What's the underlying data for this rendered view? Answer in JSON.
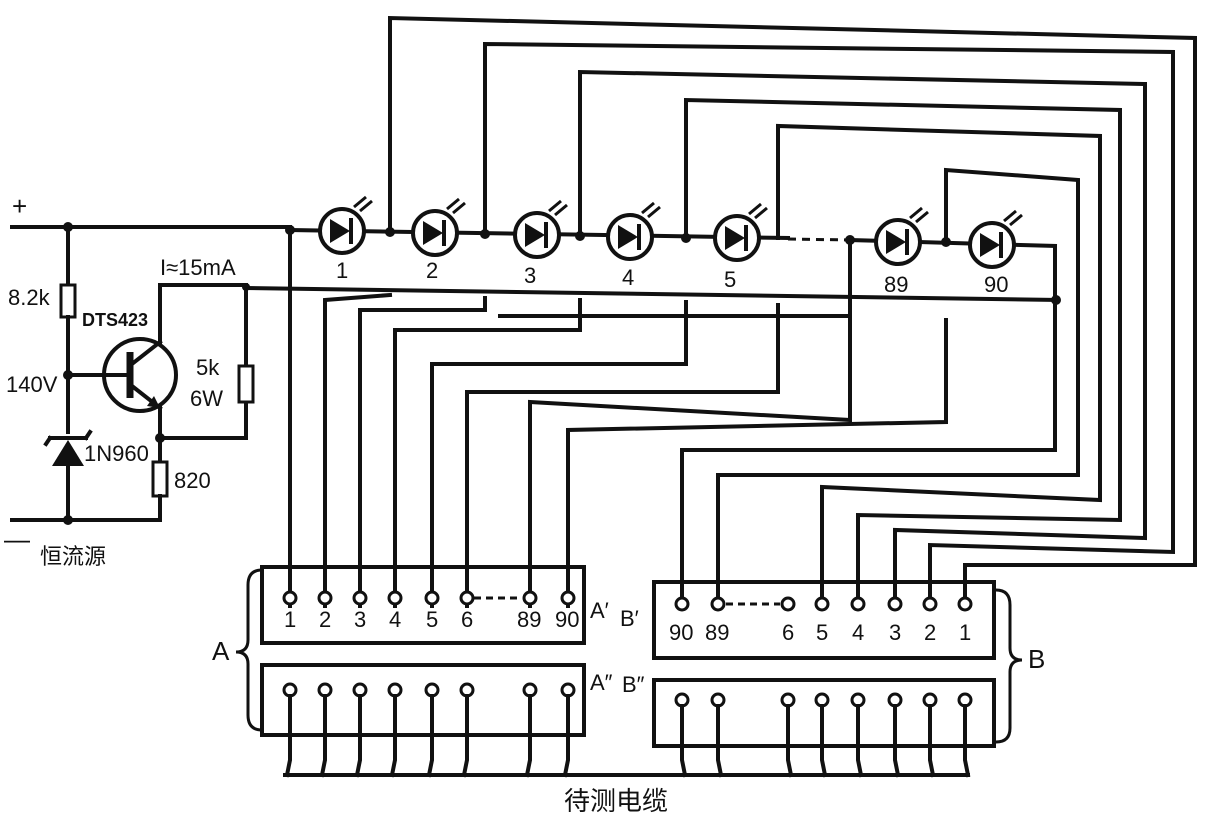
{
  "source": {
    "plus": "+",
    "minus": "—",
    "r1": "8.2k",
    "transistor": "DTS423",
    "voltage": "140V",
    "zener": "1N960",
    "r_load_value": "5k",
    "r_load_power": "6W",
    "r_emitter": "820",
    "current": "I≈15mA",
    "caption": "恒流源"
  },
  "leds": [
    "1",
    "2",
    "3",
    "4",
    "5",
    "89",
    "90"
  ],
  "connectors": {
    "a_group": "A",
    "b_group": "B",
    "a_prime": "A′",
    "b_prime": "B′",
    "a_double": "A″",
    "b_double": "B″",
    "a_pins": [
      "1",
      "2",
      "3",
      "4",
      "5",
      "6",
      "89",
      "90"
    ],
    "b_pins": [
      "90",
      "89",
      "6",
      "5",
      "4",
      "3",
      "2",
      "1"
    ]
  },
  "cable_label": "待测电缆"
}
